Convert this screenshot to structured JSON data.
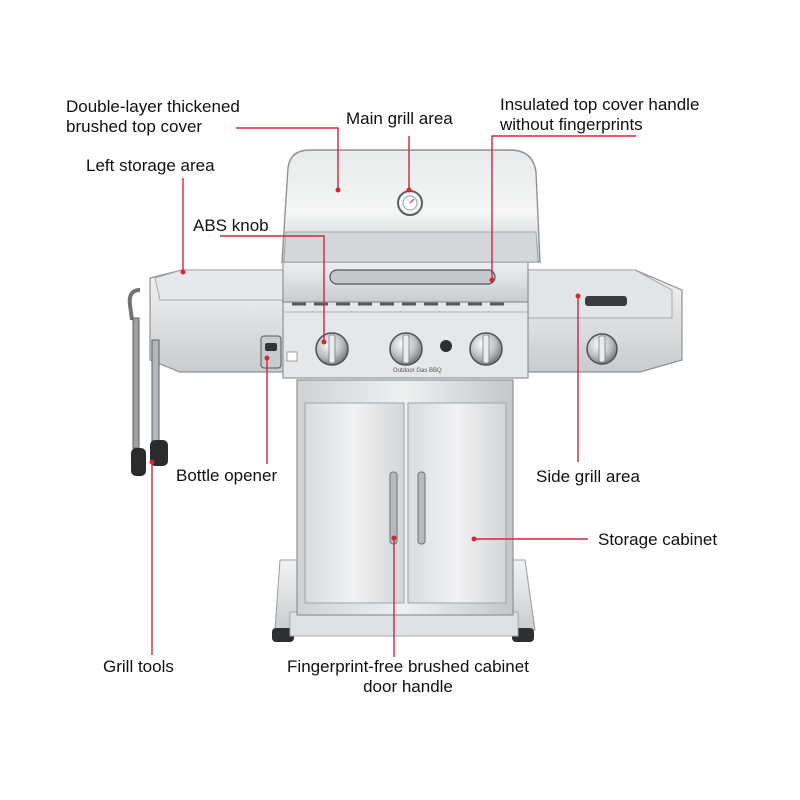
{
  "diagram": {
    "accent_color": "#d4253a",
    "labels": {
      "top_cover_line1": "Double-layer thickened",
      "top_cover_line2": "brushed top cover",
      "main_grill": "Main grill area",
      "handle_line1": "Insulated top cover handle",
      "handle_line2": "without fingerprints",
      "left_storage": "Left storage area",
      "abs_knob": "ABS knob",
      "bottle_opener": "Bottle opener",
      "side_grill": "Side grill area",
      "storage_cabinet": "Storage cabinet",
      "grill_tools": "Grill tools",
      "door_handle_line1": "Fingerprint-free brushed cabinet",
      "door_handle_line2": "door handle"
    },
    "panel_text": {
      "brand": "Outdoor Gas BBQ"
    }
  }
}
